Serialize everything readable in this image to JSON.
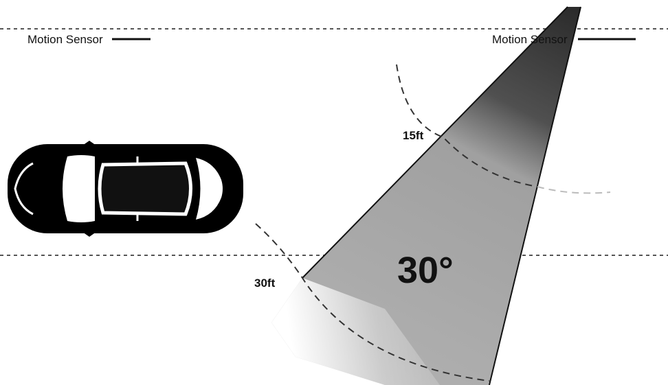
{
  "labels": {
    "sensor_left": "Motion Sensor",
    "sensor_right": "Motion Sensor",
    "distance_near": "15ft",
    "distance_far": "30ft",
    "angle": "30°"
  },
  "icons": {
    "vehicle": "car-top-view-icon"
  },
  "colors": {
    "cone_dark": "#2a2a2a",
    "cone_light": "#a6a6a6",
    "lines": "#333333",
    "car": "#000000"
  }
}
